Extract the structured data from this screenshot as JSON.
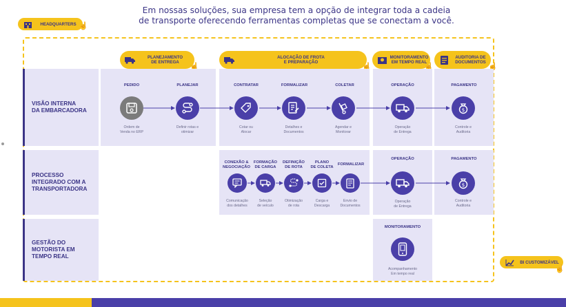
{
  "header": {
    "line1": "Em nossas soluções, sua empresa tem a opção de integrar toda a cadeia",
    "line2": "de transporte oferecendo ferramentas completas que se conectam a você."
  },
  "tags": {
    "headquarters": "HEADQUARTERS",
    "planejamento": "PLANEJAMENTO\nDE ENTREGA",
    "alocacao": "ALOCAÇÃO DE FROTA\nE PREPARAÇÃO",
    "monitoramento": "MONITORAMENTO\nEM TEMPO REAL",
    "auditoria": "AUDITORIA DE\nDOCUMENTOS",
    "bi": "BI CUSTOMIZÁVEL"
  },
  "rows": [
    {
      "label": "VISÃO INTERNA\nDA EMBARCADORA"
    },
    {
      "label": "PROCESSO\nINTEGRADO COM A\nTRANSPORTADORA"
    },
    {
      "label": "GESTÃO DO\nMOTORISTA EM\nTEMPO REAL"
    }
  ],
  "row1_steps": [
    {
      "title": "PEDIDO",
      "sub": "Ordem de\nVenda no ERP",
      "icon": "save-icon"
    },
    {
      "title": "PLANEJAR",
      "sub": "Definir rotas e\notimizar",
      "icon": "route-icon"
    },
    {
      "title": "CONTRATAR",
      "sub": "Cotar ou\nAlocar",
      "icon": "tag-icon"
    },
    {
      "title": "FORMALIZAR",
      "sub": "Detalhes e\nDocumentos",
      "icon": "document-edit-icon"
    },
    {
      "title": "COLETAR",
      "sub": "Agendar e\nMonitorar",
      "icon": "hand-truck-icon"
    },
    {
      "title": "OPERAÇÃO",
      "sub": "Operação\nde Entrega",
      "icon": "truck-icon"
    },
    {
      "title": "PAGAMENTO",
      "sub": "Controle e\nAuditoria",
      "icon": "money-bag-icon"
    }
  ],
  "row2_steps": [
    {
      "title": "CONEXÃO &\nNEGOCIAÇÃO",
      "sub": "Comunicação\ndos detalhes",
      "icon": "chat-icon"
    },
    {
      "title": "FORMAÇÃO\nDE CARGA",
      "sub": "Seleção\nde veículo",
      "icon": "truck-icon"
    },
    {
      "title": "DEFINIÇÃO\nDE ROTA",
      "sub": "Otimização\nde rota",
      "icon": "route-icon"
    },
    {
      "title": "PLANO\nDE COLETA",
      "sub": "Carga e\nDescarga",
      "icon": "box-icon"
    },
    {
      "title": "FORMALIZAR",
      "sub": "Envio de\nDocumentos",
      "icon": "document-icon"
    },
    {
      "title": "OPERAÇÃO",
      "sub": "Operação\nde Entrega",
      "icon": "truck-icon"
    },
    {
      "title": "PAGAMENTO",
      "sub": "Controle e\nAuditoria",
      "icon": "money-bag-icon"
    }
  ],
  "row3_step": {
    "title": "MONITORAMENTO",
    "sub": "Acompanhamento\nEm tempo real",
    "icon": "phone-icon"
  },
  "colors": {
    "yellow": "#f5c31c",
    "purple": "#4a3fa8",
    "navy": "#3b3486",
    "lavender": "#e6e4f6",
    "gray": "#7b7b7b"
  }
}
